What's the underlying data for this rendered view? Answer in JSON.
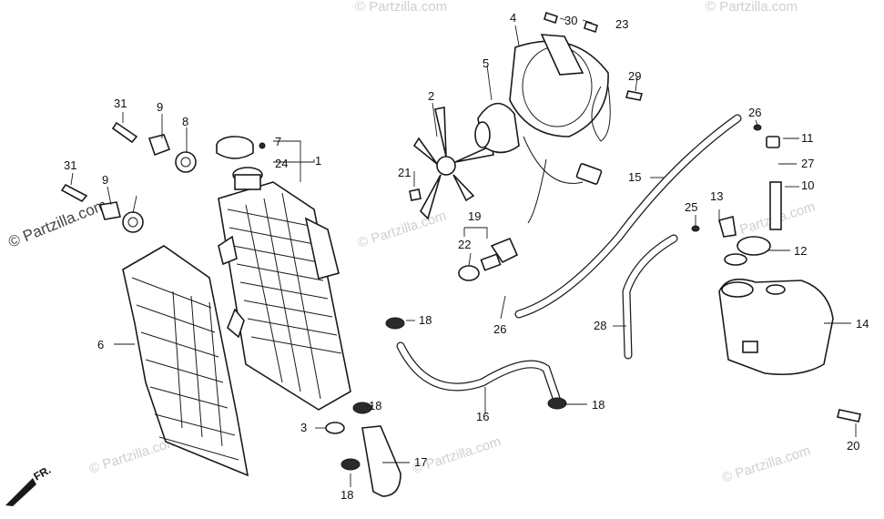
{
  "watermarks": [
    "© Partzilla.com",
    "© Partzilla.com",
    "© Partzilla.com",
    "© Partzilla.com",
    "© Partzilla.com",
    "© Partzilla.com",
    "© Partzilla.com"
  ],
  "front_label": "FR.",
  "callouts": {
    "c1": "1",
    "c2": "2",
    "c3": "3",
    "c4": "4",
    "c5": "5",
    "c6": "6",
    "c7": "7",
    "c8": "8",
    "c9a": "9",
    "c9b": "9",
    "c10": "10",
    "c11": "11",
    "c12": "12",
    "c13": "13",
    "c14": "14",
    "c15": "15",
    "c16": "16",
    "c17": "17",
    "c18a": "18",
    "c18b": "18",
    "c18c": "18",
    "c18d": "18",
    "c19": "19",
    "c20": "20",
    "c21": "21",
    "c22": "22",
    "c23": "23",
    "c24": "24",
    "c25": "25",
    "c26a": "26",
    "c26b": "26",
    "c27": "27",
    "c28": "28",
    "c29": "29",
    "c30": "30",
    "c31a": "31",
    "c31b": "31"
  }
}
